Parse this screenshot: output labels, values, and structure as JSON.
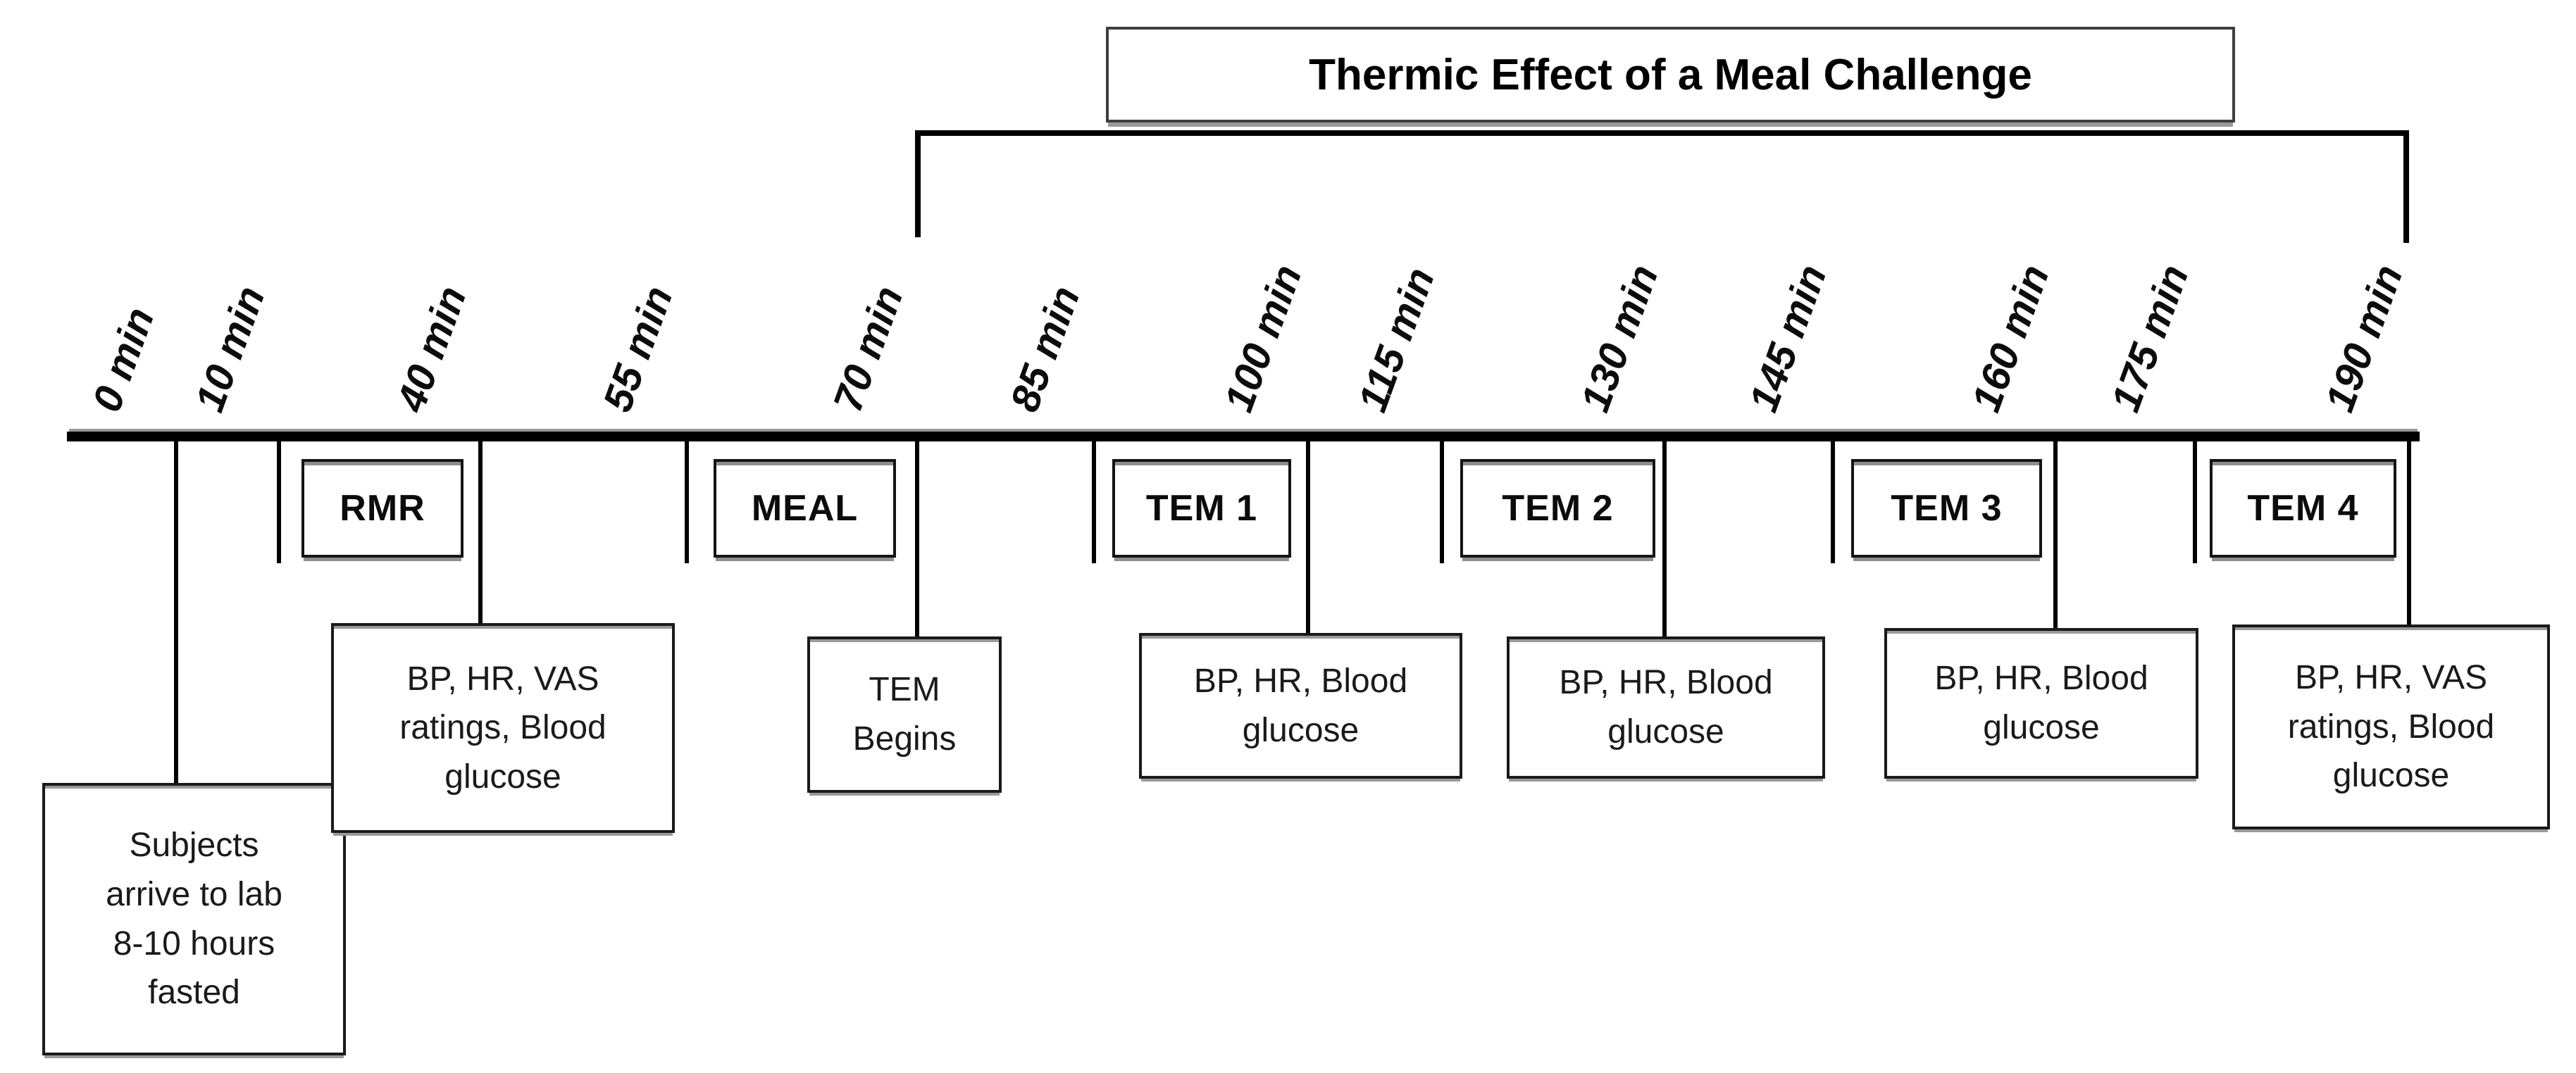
{
  "title": {
    "text": "Thermic Effect of a Meal Challenge"
  },
  "timeline": {
    "unit": "min",
    "labels": [
      "0 min",
      "10 min",
      "40 min",
      "55 min",
      "70 min",
      "85 min",
      "100 min",
      "115 min",
      "130 min",
      "145 min",
      "160 min",
      "175 min",
      "190 min"
    ]
  },
  "period_boxes": [
    {
      "label": "RMR",
      "starts_at": "10 min",
      "ends_at": "40 min"
    },
    {
      "label": "MEAL",
      "starts_at": "55 min",
      "ends_at": "70 min"
    },
    {
      "label": "TEM 1",
      "starts_at": "85 min",
      "ends_at": "100 min"
    },
    {
      "label": "TEM 2",
      "starts_at": "115 min",
      "ends_at": "130 min"
    },
    {
      "label": "TEM 3",
      "starts_at": "145 min",
      "ends_at": "160 min"
    },
    {
      "label": "TEM 4",
      "starts_at": "175 min",
      "ends_at": "190 min"
    }
  ],
  "event_boxes": [
    {
      "at": "0 min",
      "text": "Subjects\narrive to lab\n8-10 hours\nfasted"
    },
    {
      "at": "40 min",
      "text": "BP, HR, VAS\nratings, Blood\nglucose"
    },
    {
      "at": "70 min",
      "text": "TEM\nBegins"
    },
    {
      "at": "100 min",
      "text": "BP, HR, Blood\nglucose"
    },
    {
      "at": "130 min",
      "text": "BP, HR, Blood\nglucose"
    },
    {
      "at": "160 min",
      "text": "BP, HR, Blood\nglucose"
    },
    {
      "at": "190 min",
      "text": "BP, HR, VAS\nratings, Blood\nglucose"
    }
  ],
  "colors": {
    "background": "#ffffff",
    "line": "#000000",
    "text": "#1a1a1a",
    "box_border": "#1a1a1a",
    "shadow_gray": "#8f8f8f"
  }
}
